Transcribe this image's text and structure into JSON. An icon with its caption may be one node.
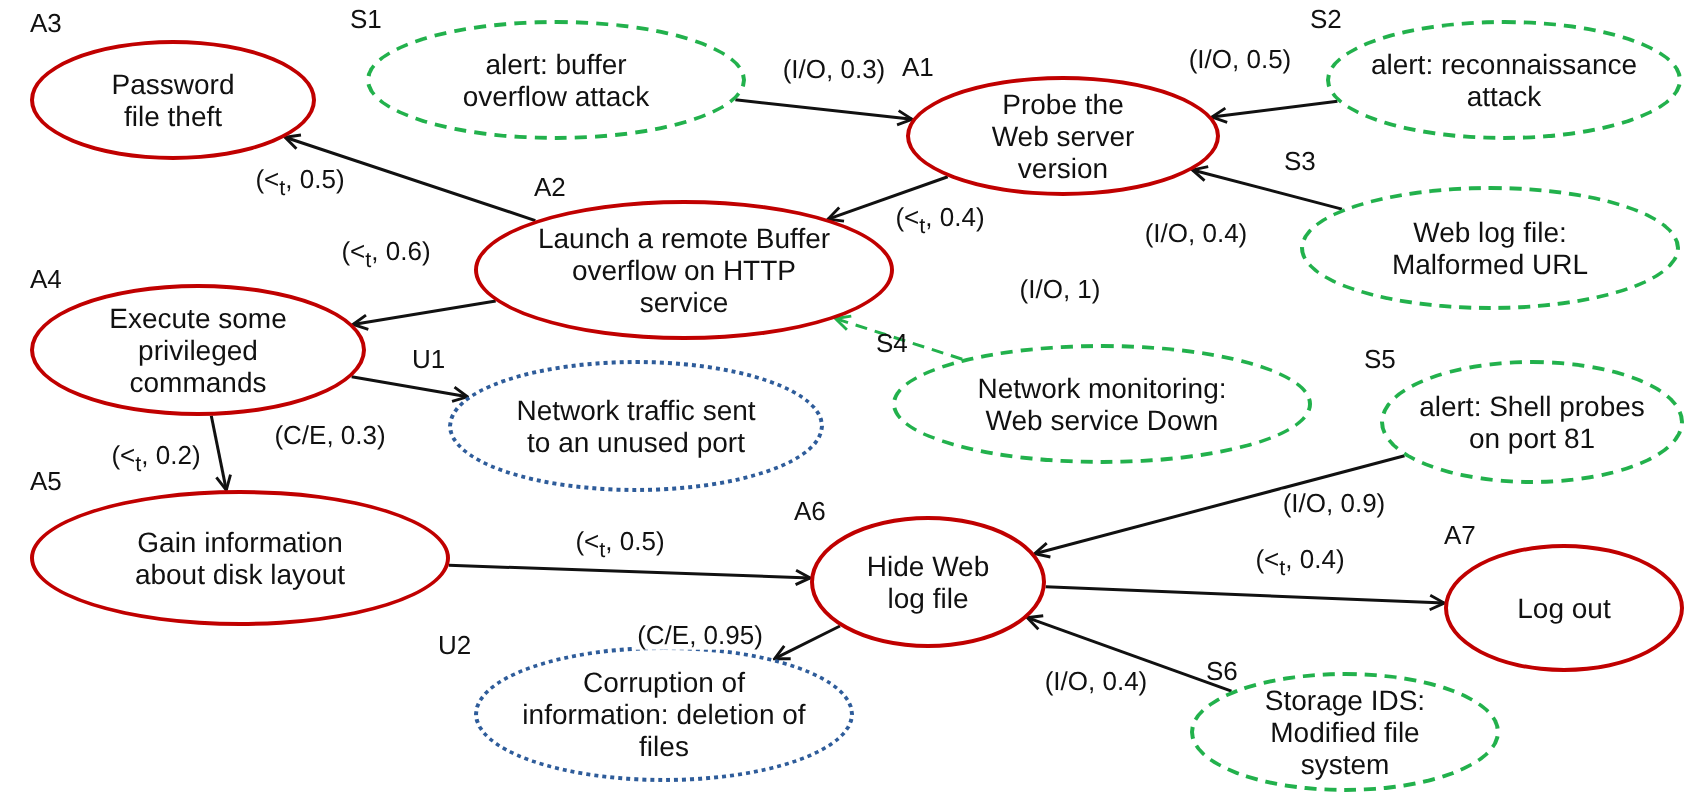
{
  "diagram": {
    "nodes": [
      {
        "text": [
          "Password file theft"
        ],
        "beside": [
          "A3"
        ]
      },
      {
        "text": [
          "alert: buffer overflow attack"
        ],
        "beside": [
          "S1"
        ]
      },
      {
        "text": [
          "Probe the Web server version"
        ],
        "beside": [
          "A1"
        ]
      },
      {
        "text": [
          "alert: reconnaissance attack"
        ],
        "beside": [
          "S2"
        ]
      },
      {
        "text": [
          "Launch a remote Buffer overflow on HTTP service"
        ],
        "beside": [
          "A2"
        ]
      },
      {
        "text": [
          "Web log file: Malformed URL"
        ],
        "beside": [
          "S3"
        ]
      },
      {
        "text": [
          "Execute some privileged commands"
        ],
        "beside": [
          "A4"
        ]
      },
      {
        "text": [
          "Network traffic sent to an unused port"
        ],
        "beside": [
          "U1"
        ]
      },
      {
        "text": [
          "Network monitoring: Web service Down"
        ],
        "beside": [
          "S4"
        ]
      },
      {
        "text": [
          "alert: Shell probes on port 81"
        ],
        "beside": [
          "S5"
        ]
      },
      {
        "text": [
          "Gain information about disk layout"
        ],
        "beside": [
          "A5"
        ]
      },
      {
        "text": [
          "Hide Web log file"
        ],
        "beside": [
          "A6"
        ]
      },
      {
        "text": [
          "Log out"
        ],
        "beside": [
          "A7"
        ]
      },
      {
        "text": [
          "Corruption of information: deletion of files"
        ],
        "beside": [
          "U2"
        ]
      },
      {
        "text": [
          "Storage IDS: Modified file system"
        ],
        "beside": [
          "S6"
        ]
      }
    ],
    "edges": [
      {
        "from": 1,
        "to": 2,
        "arrow": "to",
        "label": "(I/O, 0.3)"
      },
      {
        "from": 3,
        "to": 2,
        "arrow": "to",
        "label": "(I/O, 0.5)"
      },
      {
        "from": 2,
        "to": 4,
        "arrow": "to",
        "label": "(<$_{t}$, 0.4)"
      },
      {
        "from": 5,
        "to": 2,
        "arrow": "to",
        "label": "(I/O, 0.4)"
      },
      {
        "from": 4,
        "to": 0,
        "arrow": "to",
        "label": "(<$_{t}$, 0.5)"
      },
      {
        "from": 4,
        "to": 6,
        "arrow": "to",
        "label": "(<$_{t}$, 0.6)"
      },
      {
        "from": 8,
        "to": 4,
        "arrow": "to",
        "label": "(I/O, 1)",
        "style": "dashed",
        "color": "#22b14c"
      },
      {
        "from": 6,
        "to": 7,
        "arrow": "to",
        "label": "(C/E, 0.3)"
      },
      {
        "from": 6,
        "to": 10,
        "arrow": "to",
        "label": "(<$_{t}$, 0.2)"
      },
      {
        "from": 10,
        "to": 11,
        "arrow": "to",
        "label": "(<$_{t}$, 0.5)"
      },
      {
        "from": 9,
        "to": 11,
        "arrow": "to",
        "label": "(I/O, 0.9)"
      },
      {
        "from": 11,
        "to": 12,
        "arrow": "to",
        "label": "(<$_{t}$, 0.4)"
      },
      {
        "from": 11,
        "to": 13,
        "arrow": "to",
        "label": "(C/E, 0.95)"
      },
      {
        "from": 14,
        "to": 11,
        "arrow": "to",
        "label": "(I/O, 0.4)"
      }
    ]
  }
}
